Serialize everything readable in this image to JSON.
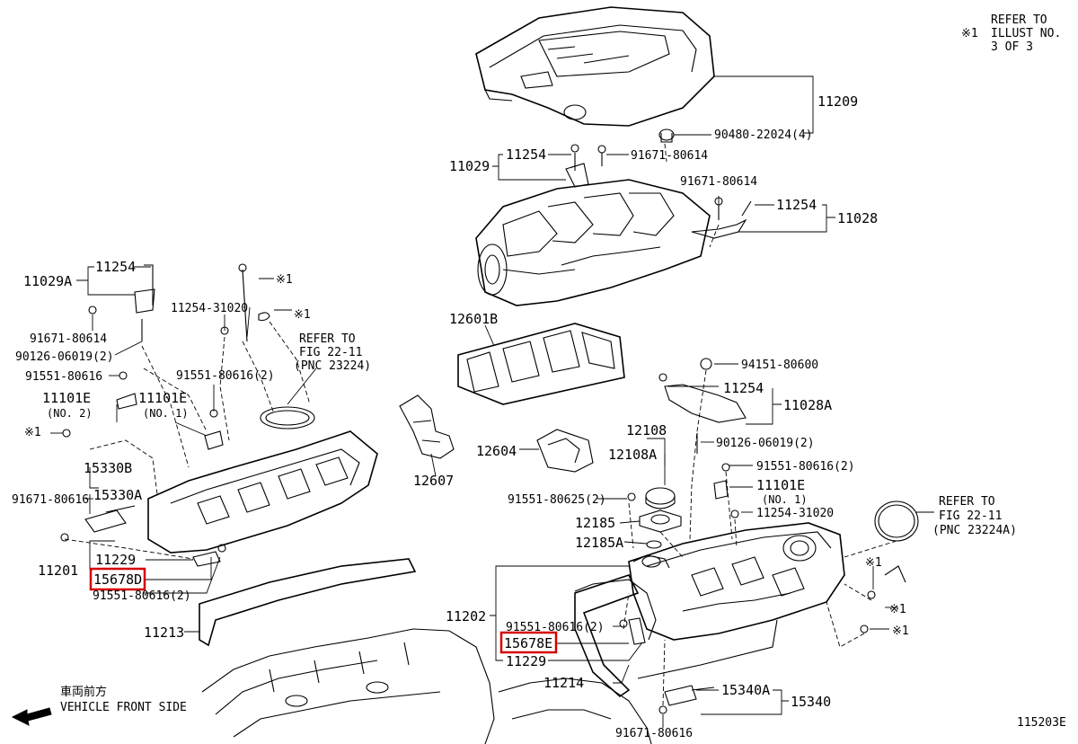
{
  "labels": {
    "refer_illust_1": "REFER TO",
    "refer_illust_2": "ILLUST NO.",
    "refer_illust_3": "3 OF 3",
    "refer_illust_mark": "※1",
    "p11209": "11209",
    "p90480": "90480-22024(4)",
    "p11029": "11029",
    "p11254_a": "11254",
    "p91671_a": "91671-80614",
    "p91671_b": "91671-80614",
    "p11254_b": "11254",
    "p11028": "11028",
    "p11029A": "11029A",
    "p11254_c": "11254",
    "p91671_c": "91671-80614",
    "p90126_a": "90126-06019(2)",
    "p91551_a": "91551-80616",
    "p11101E_a": "11101E",
    "p11101E_a_sub": "(NO. 2)",
    "mark_a": "※1",
    "p15330B": "15330B",
    "p15330A": "15330A",
    "p91671_d": "91671-80616",
    "p11229_a": "11229",
    "p11201": "11201",
    "p15678D": "15678D",
    "p91551_b": "91551-80616(2)",
    "p11213": "11213",
    "mark_b": "※1",
    "mark_c": "※1",
    "p11254_31020_a": "11254-31020",
    "refer_fig_a1": "REFER TO",
    "refer_fig_a2": "FIG 22-11",
    "refer_fig_a3": "(PNC 23224)",
    "p91551_c": "91551-80616(2)",
    "p11101E_b": "11101E",
    "p11101E_b_sub": "(NO. 1)",
    "p12601B": "12601B",
    "p12604": "12604",
    "p12607": "12607",
    "p94151": "94151-80600",
    "p11254_d": "11254",
    "p11028A": "11028A",
    "p90126_b": "90126-06019(2)",
    "p12108": "12108",
    "p12108A": "12108A",
    "p91551_d": "91551-80616(2)",
    "p11101E_c": "11101E",
    "p11101E_c_sub": "(NO. 1)",
    "p91551_e": "91551-80625(2)",
    "p11254_31020_b": "11254-31020",
    "p12185": "12185",
    "p12185A": "12185A",
    "refer_fig_b1": "REFER TO",
    "refer_fig_b2": "FIG 22-11",
    "refer_fig_b3": "(PNC 23224A)",
    "mark_d": "※1",
    "mark_e": "※1",
    "mark_f": "※1",
    "p11202": "11202",
    "p91551_f": "91551-80616(2)",
    "p15678E": "15678E",
    "p11229_b": "11229",
    "p11214": "11214",
    "p15340A": "15340A",
    "p15340": "15340",
    "p91671_e": "91671-80616",
    "front_jp": "車両前方",
    "front_en": "VEHICLE FRONT SIDE",
    "fig_code": "115203E"
  },
  "colors": {
    "line": "#000000",
    "highlight": "#d40000",
    "background": "#ffffff"
  },
  "icons": {
    "front_arrow": "arrow-left-icon"
  }
}
